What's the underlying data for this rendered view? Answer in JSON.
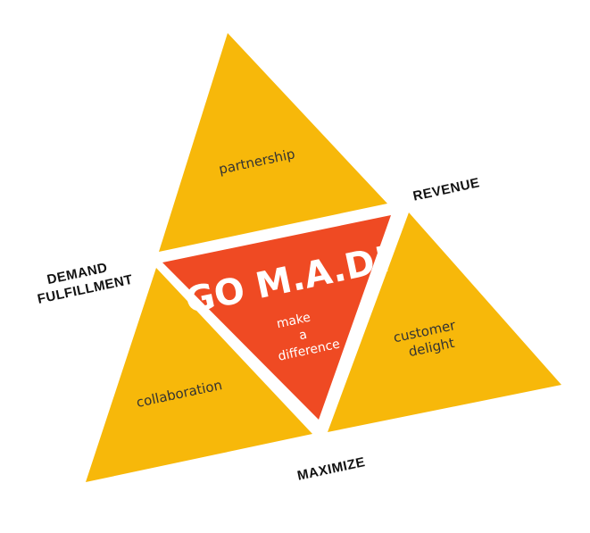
{
  "center": {
    "title": "GO M.A.D!",
    "subtitle_lines": [
      "make",
      "a",
      "difference"
    ]
  },
  "triangles": {
    "top": "partnership",
    "right_lines": [
      "customer",
      "delight"
    ],
    "left": "collaboration"
  },
  "outside_labels": {
    "revenue": "REVENUE",
    "demand_line1": "DEMAND",
    "demand_line2": "FULFILLMENT",
    "maximize": "MAXIMIZE"
  },
  "colors": {
    "outer_triangles": "#F7B80A",
    "center_triangle": "#EF4A23",
    "background": "#FFFFFF"
  }
}
